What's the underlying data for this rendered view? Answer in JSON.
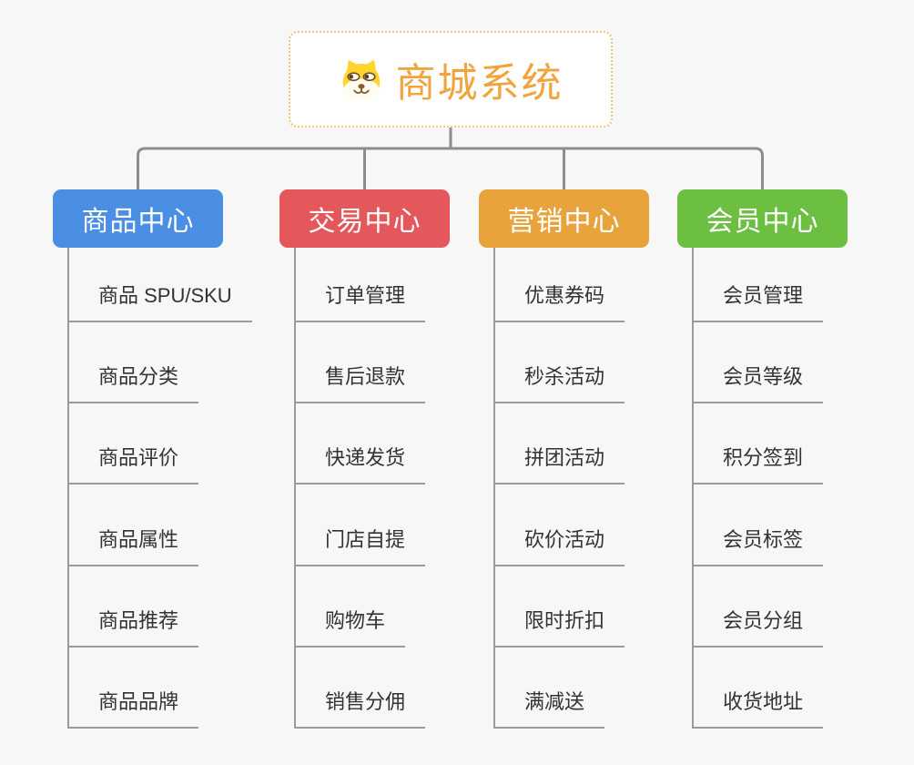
{
  "page": {
    "background": "#f7f7f7",
    "connector_color": "#8d8d8d",
    "leaf_line_color": "#9b9b9b",
    "leaf_text_color": "#333333"
  },
  "root": {
    "title": "商城系统",
    "icon": "shiba-dog-icon",
    "text_color": "#f0a43c",
    "border_color": "#f3c27a",
    "background": "#ffffff"
  },
  "branches": [
    {
      "label": "商品中心",
      "color": "#4a8fe3",
      "items": [
        "商品 SPU/SKU",
        "商品分类",
        "商品评价",
        "商品属性",
        "商品推荐",
        "商品品牌"
      ]
    },
    {
      "label": "交易中心",
      "color": "#e4585c",
      "items": [
        "订单管理",
        "售后退款",
        "快递发货",
        "门店自提",
        "购物车",
        "销售分佣"
      ]
    },
    {
      "label": "营销中心",
      "color": "#e9a33c",
      "items": [
        "优惠券码",
        "秒杀活动",
        "拼团活动",
        "砍价活动",
        "限时折扣",
        "满减送"
      ]
    },
    {
      "label": "会员中心",
      "color": "#6dbf42",
      "items": [
        "会员管理",
        "会员等级",
        "积分签到",
        "会员标签",
        "会员分组",
        "收货地址"
      ]
    }
  ]
}
